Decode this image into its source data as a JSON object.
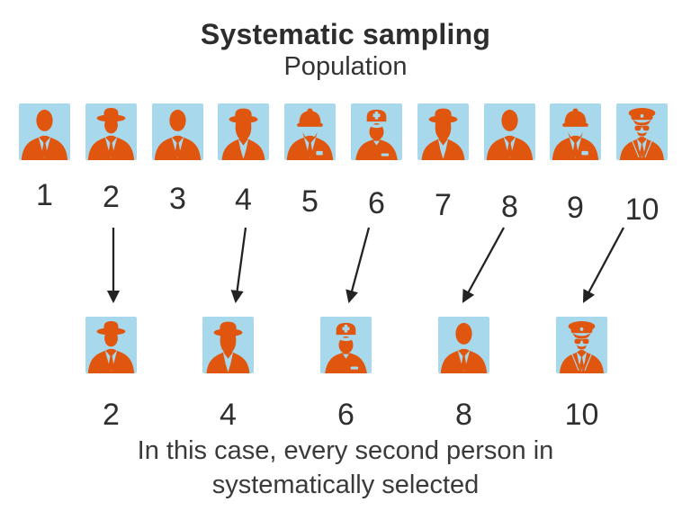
{
  "title": "Systematic sampling",
  "subtitle": "Population",
  "colors": {
    "figure_orange": "#e0560e",
    "tile_blue": "#a8d8ec",
    "text_dark": "#2d2d2d",
    "arrow_black": "#232323"
  },
  "population": {
    "members": [
      {
        "number": "1",
        "icon": "businessman-icon"
      },
      {
        "number": "2",
        "icon": "man-with-hat-icon"
      },
      {
        "number": "3",
        "icon": "businessman-icon"
      },
      {
        "number": "4",
        "icon": "woman-with-hat-icon"
      },
      {
        "number": "5",
        "icon": "engineer-icon"
      },
      {
        "number": "6",
        "icon": "doctor-icon"
      },
      {
        "number": "7",
        "icon": "woman-with-hat-icon"
      },
      {
        "number": "8",
        "icon": "businessman-icon"
      },
      {
        "number": "9",
        "icon": "engineer-icon"
      },
      {
        "number": "10",
        "icon": "pilot-icon"
      }
    ]
  },
  "sample": {
    "members": [
      {
        "number": "2",
        "icon": "man-with-hat-icon"
      },
      {
        "number": "4",
        "icon": "woman-with-hat-icon"
      },
      {
        "number": "6",
        "icon": "doctor-icon"
      },
      {
        "number": "8",
        "icon": "businessman-icon"
      },
      {
        "number": "10",
        "icon": "pilot-icon"
      }
    ]
  },
  "arrows": [
    {
      "from": "2",
      "to": "2"
    },
    {
      "from": "4",
      "to": "4"
    },
    {
      "from": "6",
      "to": "6"
    },
    {
      "from": "8",
      "to": "8"
    },
    {
      "from": "10",
      "to": "10"
    }
  ],
  "caption": {
    "line1": "In this case, every second person in",
    "line2": "systematically selected"
  }
}
